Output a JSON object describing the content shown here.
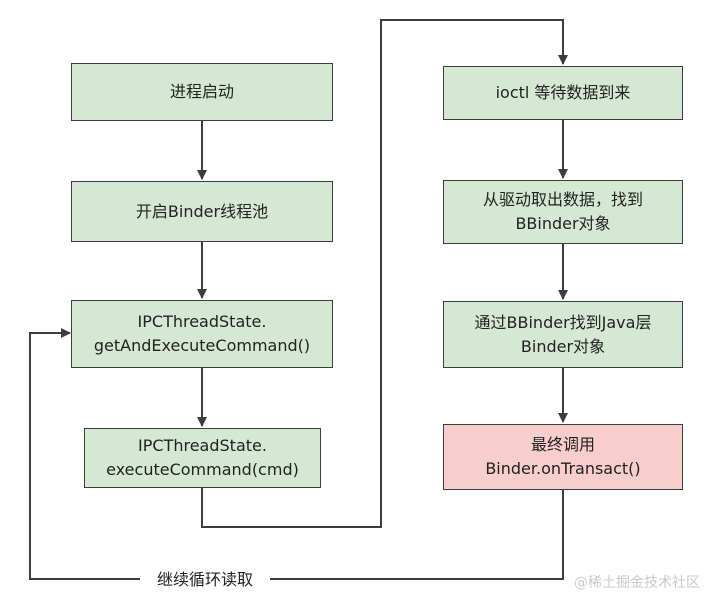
{
  "nodes": {
    "process_start": {
      "lines": [
        "进程启动"
      ]
    },
    "start_binder_pool": {
      "lines": [
        "开启Binder线程池"
      ]
    },
    "get_and_execute_command": {
      "lines": [
        "IPCThreadState.",
        "getAndExecuteCommand()"
      ]
    },
    "execute_command": {
      "lines": [
        "IPCThreadState.",
        "executeCommand(cmd)"
      ]
    },
    "ioctl_wait": {
      "lines": [
        "ioctl 等待数据到来"
      ]
    },
    "read_from_driver": {
      "lines": [
        "从驱动取出数据，找到",
        "BBinder对象"
      ]
    },
    "find_java_binder": {
      "lines": [
        "通过BBinder找到Java层",
        "Binder对象"
      ]
    },
    "on_transact": {
      "lines": [
        "最终调用",
        "Binder.onTransact()"
      ]
    }
  },
  "loop_label": "继续循环读取",
  "watermark": "@稀土掘金技术社区",
  "colors": {
    "box_green": "#d5e8d4",
    "box_pink": "#f8cecc",
    "stroke": "#3d3d3d"
  }
}
